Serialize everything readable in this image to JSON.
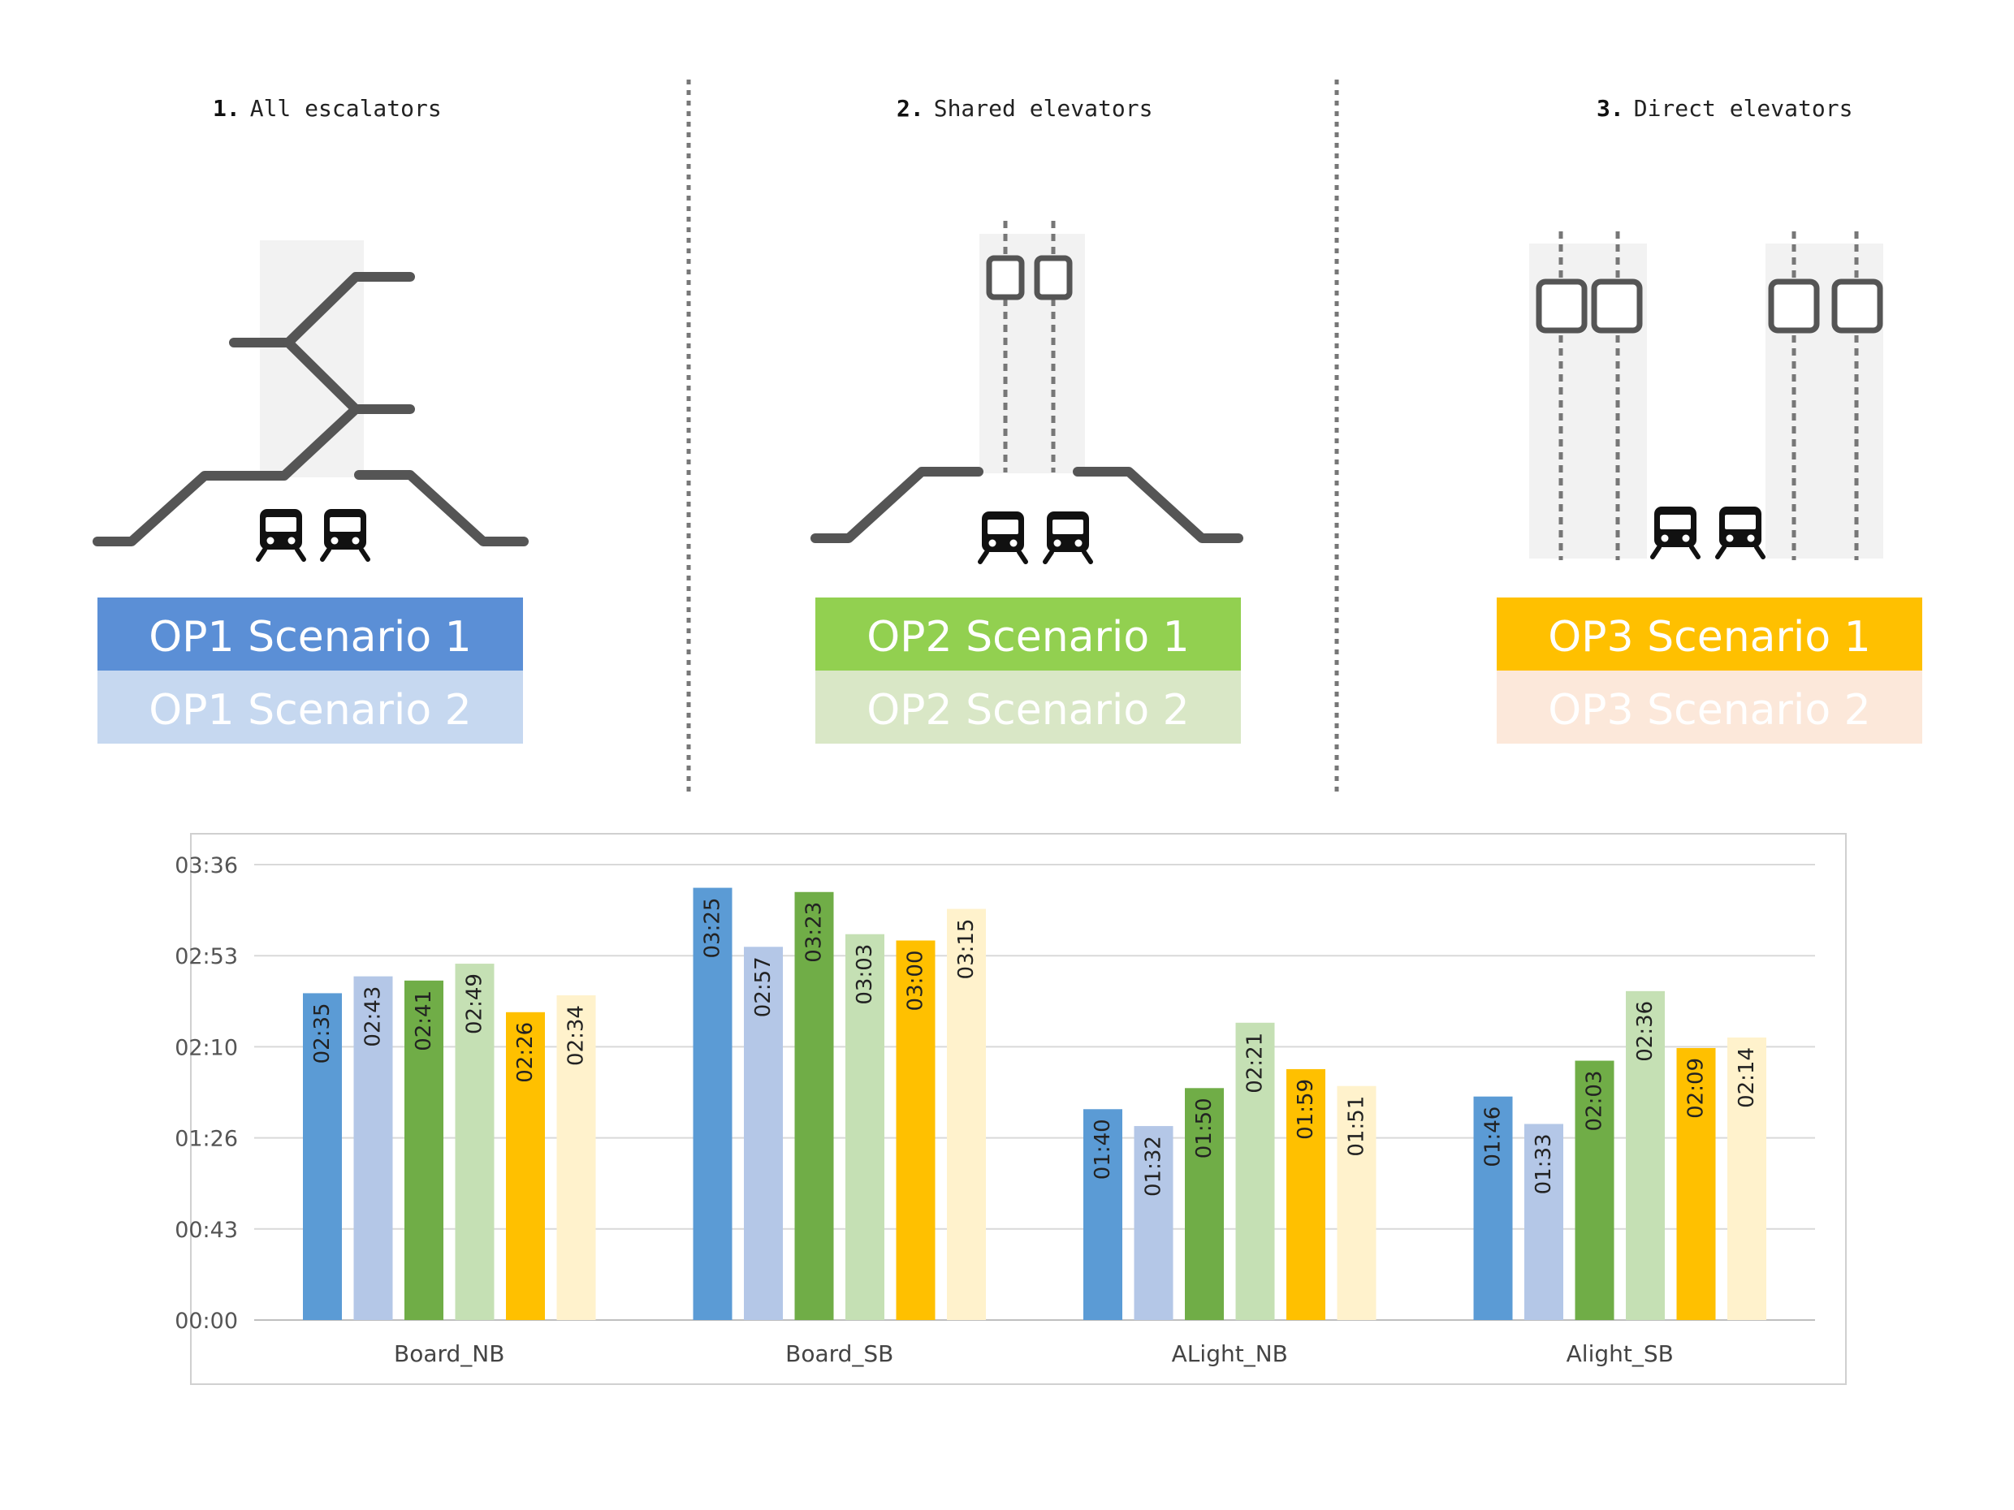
{
  "panels": [
    {
      "num": "1.",
      "title": "All escalators"
    },
    {
      "num": "2.",
      "title": "Shared elevators"
    },
    {
      "num": "3.",
      "title": "Direct elevators"
    }
  ],
  "legend": [
    {
      "label": "OP1 Scenario 1",
      "color": "#5b8fd6"
    },
    {
      "label": "OP1 Scenario 2",
      "color": "#c6d8f0"
    },
    {
      "label": "OP2 Scenario 1",
      "color": "#92d050"
    },
    {
      "label": "OP2 Scenario 2",
      "color": "#d9e7c6"
    },
    {
      "label": "OP3 Scenario 1",
      "color": "#ffc000"
    },
    {
      "label": "OP3 Scenario 2",
      "color": "#fce8da"
    }
  ],
  "icons": {
    "train": "train-icon",
    "elevator": "elevator-icon"
  },
  "chart_data": {
    "type": "bar",
    "categories": [
      "Board_NB",
      "Board_SB",
      "ALight_NB",
      "Alight_SB"
    ],
    "y_ticks": [
      "00:00",
      "00:43",
      "01:26",
      "02:10",
      "02:53",
      "03:36"
    ],
    "ylim": [
      0,
      216
    ],
    "grid": true,
    "series": [
      {
        "color": "#5b9bd5",
        "values": [
          155,
          205,
          100,
          106
        ],
        "labels": [
          "02:35",
          "03:25",
          "01:40",
          "01:46"
        ]
      },
      {
        "color": "#b4c7e7",
        "values": [
          163,
          177,
          92,
          93
        ],
        "labels": [
          "02:43",
          "02:57",
          "01:32",
          "01:33"
        ]
      },
      {
        "color": "#70ad47",
        "values": [
          161,
          203,
          110,
          123
        ],
        "labels": [
          "02:41",
          "03:23",
          "01:50",
          "02:03"
        ]
      },
      {
        "color": "#c5e0b4",
        "values": [
          169,
          183,
          141,
          156
        ],
        "labels": [
          "02:49",
          "03:03",
          "02:21",
          "02:36"
        ]
      },
      {
        "color": "#ffc000",
        "values": [
          146,
          180,
          119,
          129
        ],
        "labels": [
          "02:26",
          "03:00",
          "01:59",
          "02:09"
        ]
      },
      {
        "color": "#fff2cc",
        "values": [
          154,
          195,
          111,
          134
        ],
        "labels": [
          "02:34",
          "03:15",
          "01:51",
          "02:14"
        ]
      }
    ]
  }
}
